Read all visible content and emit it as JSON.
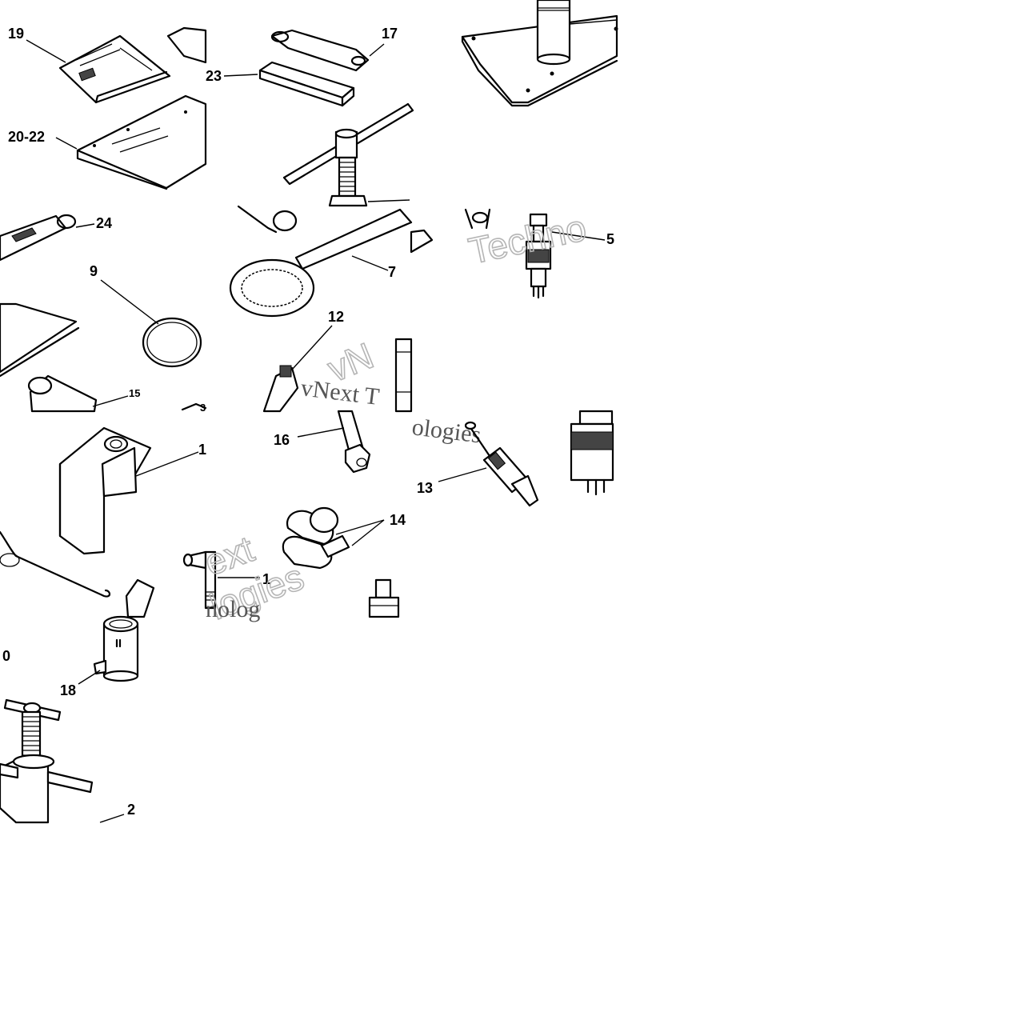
{
  "callouts": {
    "c19": "19",
    "c17": "17",
    "c23": "23",
    "c20_22": "20-22",
    "c24": "24",
    "c9": "9",
    "c7": "7",
    "c5": "5",
    "c12": "12",
    "c15": "15",
    "c3": "3",
    "c1a": "1",
    "c16": "16",
    "c13": "13",
    "c14": "14",
    "c1b": "1",
    "c10": "0",
    "c18": "18",
    "c2": "2"
  },
  "watermarks": {
    "w1": "Techno",
    "w2": "vNext T",
    "w3": "vN",
    "w4": "ologies",
    "w5": "ext",
    "w6": "logies",
    "w7": "nolog"
  }
}
